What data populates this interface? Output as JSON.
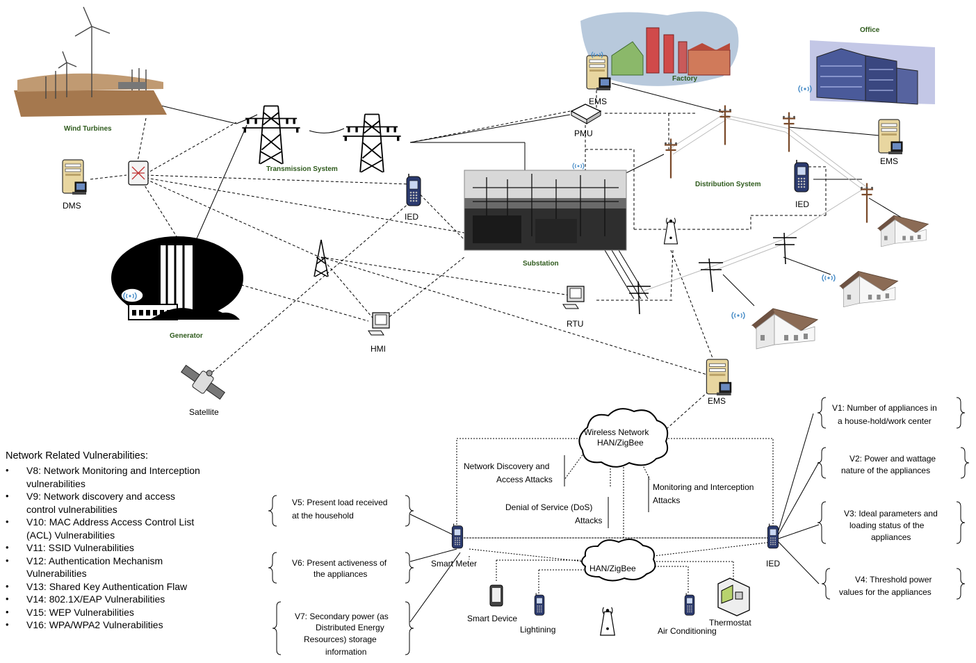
{
  "labels": {
    "wind_turbines": "Wind Turbines",
    "transmission_system": "Transmission System",
    "generator": "Generator",
    "satellite": "Satellite",
    "dms": "DMS",
    "ied_transmission": "IED",
    "hmi": "HMI",
    "substation": "Substation",
    "rtu": "RTU",
    "pmu": "PMU",
    "ems_factory": "EMS",
    "factory": "Factory",
    "office": "Office",
    "ems_office": "EMS",
    "distribution_system": "Distribution System",
    "ied_distribution": "IED",
    "ems_home": "EMS",
    "wireless_network_line1": "Wireless Network",
    "wireless_network_line2": "HAN/ZigBee",
    "han_zigbee": "HAN/ZigBee",
    "smart_meter": "Smart Meter",
    "ied_home": "IED",
    "smart_device": "Smart Device",
    "lightining": "Lightining",
    "air_conditioning": "Air Conditioning",
    "thermostat": "Thermostat"
  },
  "attacks": {
    "network_discovery": [
      "Network Discovery and",
      "Access Attacks"
    ],
    "dos": [
      "Denial of Service (DoS)",
      "Attacks"
    ],
    "monitoring": [
      "Monitoring and Interception",
      "Attacks"
    ]
  },
  "left_vulnerabilities": {
    "v5": [
      "V5: Present load received",
      "at the household"
    ],
    "v6": [
      "V6: Present activeness of",
      "the appliances"
    ],
    "v7": [
      "V7: Secondary power (as",
      "Distributed Energy",
      "Resources) storage",
      "information"
    ]
  },
  "right_vulnerabilities": {
    "v1": [
      "V1: Number of appliances in",
      "a house-hold/work center"
    ],
    "v2": [
      "V2: Power and wattage",
      "nature of the appliances"
    ],
    "v3": [
      "V3: Ideal parameters and",
      "loading status of the",
      "appliances"
    ],
    "v4": [
      "V4: Threshold power",
      "values for the appliances"
    ]
  },
  "network_vulnerabilities": {
    "title": "Network Related Vulnerabilities:",
    "items": [
      "V8: Network Monitoring and Interception vulnerabilities",
      "V9: Network discovery and access control vulnerabilities",
      "V10: MAC Address Access Control List (ACL) Vulnerabilities",
      "V11: SSID Vulnerabilities",
      "V12: Authentication Mechanism Vulnerabilities",
      "V13: Shared Key Authentication Flaw",
      "V14: 802.1X/EAP Vulnerabilities",
      "V15: WEP Vulnerabilities",
      "V16: WPA/WPA2 Vulnerabilities"
    ]
  },
  "icons": {
    "wireless": "wireless-signal-icon",
    "server": "server-icon",
    "phone": "handheld-device-icon",
    "tower": "transmission-tower-icon",
    "pole": "utility-pole-icon",
    "house": "house-icon",
    "cloud": "cloud-icon"
  },
  "colors": {
    "green_label": "#2e5a1c",
    "server_body": "#e8d6a0",
    "house_roof": "#8b6b55",
    "house_wall": "#f4f4f4",
    "office_blue": "#4a5a9a",
    "factory_red": "#d04a4a"
  }
}
